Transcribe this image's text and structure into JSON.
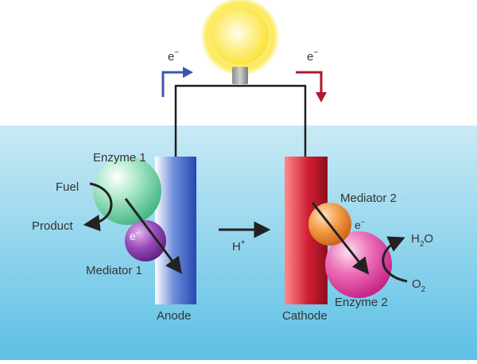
{
  "labels": {
    "electron_left": "e",
    "electron_right": "e",
    "electron_superscript": "−",
    "enzyme1": "Enzyme 1",
    "fuel": "Fuel",
    "product": "Product",
    "electron_on_mediator1": "e",
    "mediator1": "Mediator 1",
    "anode": "Anode",
    "proton": "H",
    "proton_superscript": "+",
    "mediator2": "Mediator 2",
    "electron_on_mediator2": "e",
    "water_h": "H",
    "water_sub": "2",
    "water_o": "O",
    "oxygen_o": "O",
    "oxygen_sub": "2",
    "enzyme2": "Enzyme 2",
    "cathode": "Cathode"
  },
  "colors": {
    "electrolyte_top": "#c7e9f4",
    "electrolyte_bottom": "#5fc2e6",
    "anode": "#3a5fc4",
    "cathode": "#c0182b",
    "enzyme1": "#5ec79a",
    "mediator1": "#8a3fa8",
    "mediator2": "#ef8a2a",
    "enzyme2": "#e0409a",
    "bulb": "#fbe84a",
    "arrow_left": "#3b55b0",
    "arrow_right": "#b0182e",
    "text": "#333333"
  }
}
